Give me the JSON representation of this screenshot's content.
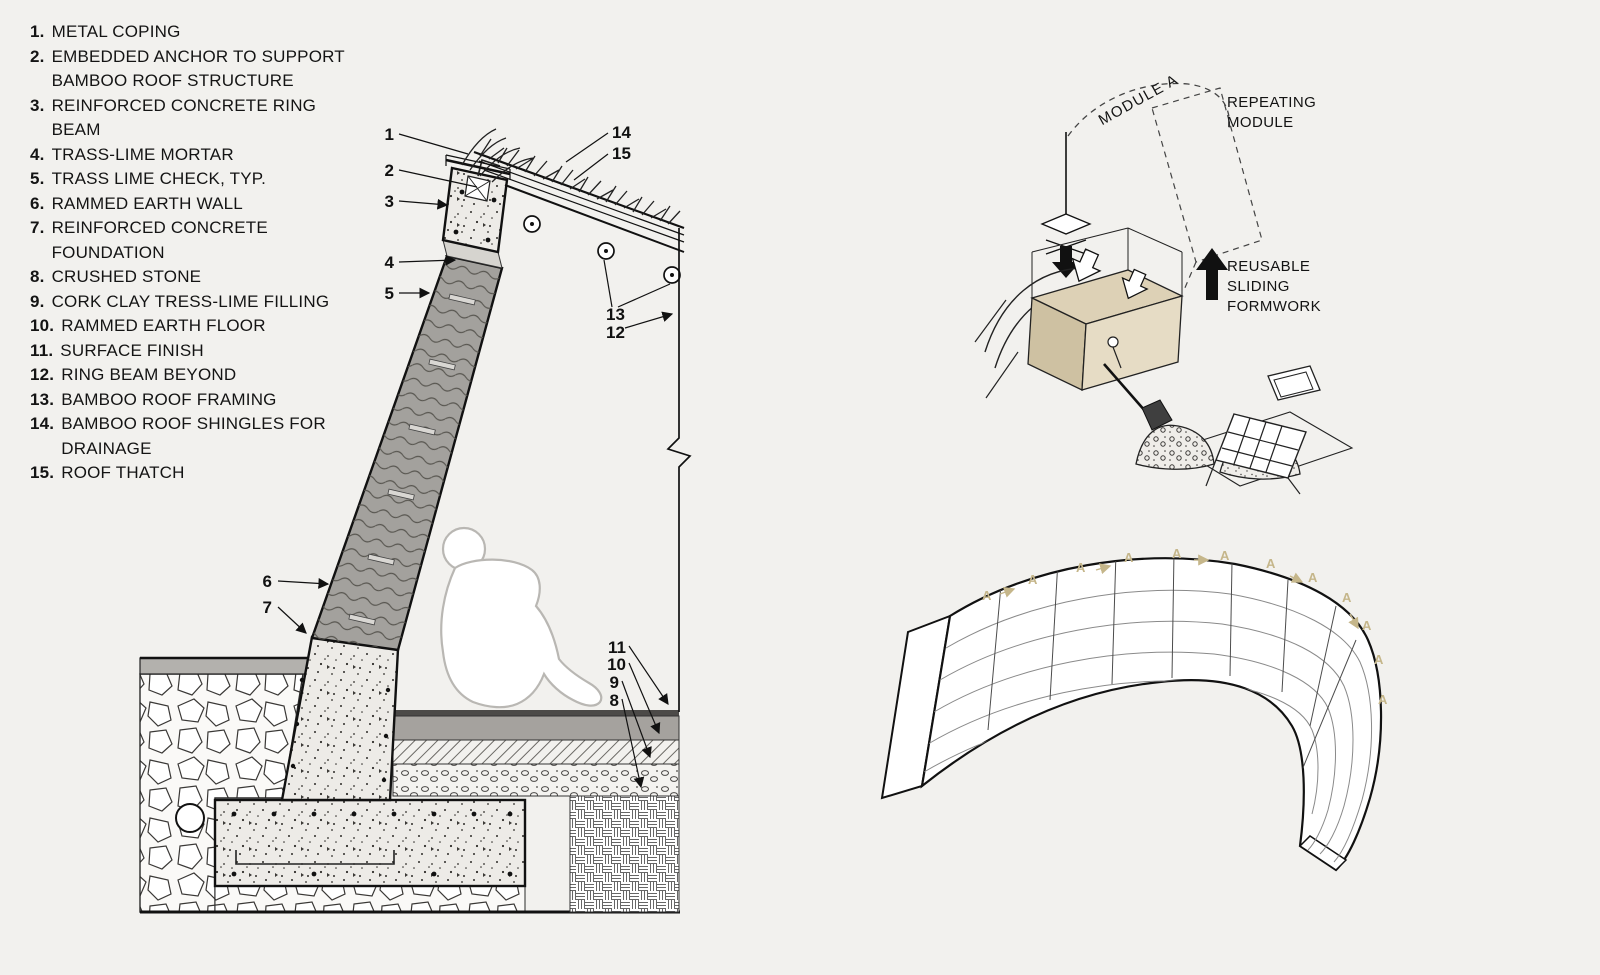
{
  "legend": {
    "items": [
      {
        "num": "1.",
        "text": "METAL COPING"
      },
      {
        "num": "2.",
        "text": "EMBEDDED ANCHOR TO SUPPORT BAMBOO ROOF STRUCTURE"
      },
      {
        "num": "3.",
        "text": "REINFORCED CONCRETE RING BEAM"
      },
      {
        "num": "4.",
        "text": "TRASS-LIME MORTAR"
      },
      {
        "num": "5.",
        "text": "TRASS LIME CHECK, TYP."
      },
      {
        "num": "6.",
        "text": "RAMMED EARTH WALL"
      },
      {
        "num": "7.",
        "text": "REINFORCED CONCRETE FOUNDATION"
      },
      {
        "num": "8.",
        "text": "CRUSHED STONE"
      },
      {
        "num": "9.",
        "text": "CORK CLAY TRESS-LIME FILLING"
      },
      {
        "num": "10.",
        "text": "RAMMED EARTH FLOOR"
      },
      {
        "num": "11.",
        "text": "SURFACE FINISH"
      },
      {
        "num": "12.",
        "text": "RING BEAM BEYOND"
      },
      {
        "num": "13.",
        "text": "BAMBOO ROOF FRAMING"
      },
      {
        "num": "14.",
        "text": "BAMBOO ROOF SHINGLES FOR DRAINAGE"
      },
      {
        "num": "15.",
        "text": "ROOF THATCH"
      }
    ]
  },
  "section": {
    "callouts": [
      "1",
      "2",
      "3",
      "4",
      "5",
      "6",
      "7",
      "8",
      "9",
      "10",
      "11",
      "12",
      "13",
      "14",
      "15"
    ]
  },
  "axon_top": {
    "module_a_label": "MODULE A",
    "repeating_module_label": "REPEATING\nMODULE",
    "formwork_label": "REUSABLE\nSLIDING\nFORMWORK"
  },
  "axon_bottom": {
    "marker_label": "A"
  },
  "colors": {
    "background": "#f2f1ee",
    "wall_gray": "#a3a19d",
    "formwork_tan": "#ddd1b6",
    "marker_tan": "#c5b68a"
  }
}
